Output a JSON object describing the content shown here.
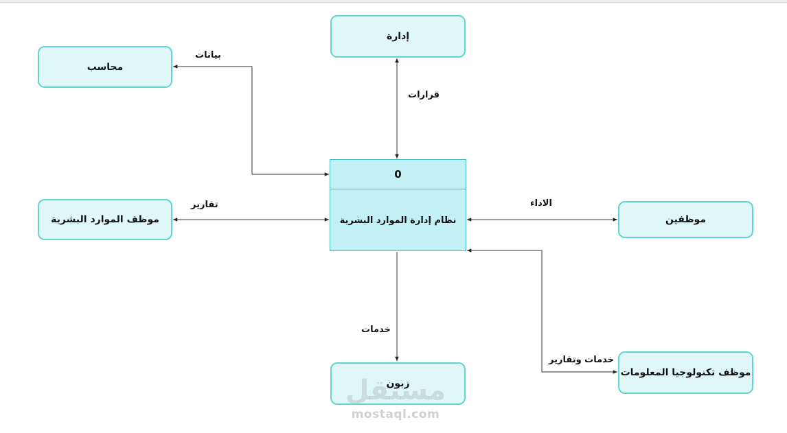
{
  "process": {
    "id": "0",
    "name": "نظام إدارة الموارد البشرية"
  },
  "entities": {
    "management": "إدارة",
    "accountant": "محاسب",
    "hr_employee": "موظف الموارد البشرية",
    "employees": "موظفين",
    "customer": "زبون",
    "it_employee": "موظف تكنولوجيا المعلومات"
  },
  "flows": {
    "decisions": "قرارات",
    "data": "بيانات",
    "reports": "تقارير",
    "performance": "الاداء",
    "services": "خدمات",
    "services_reports": "خدمات وتقارير"
  },
  "watermark": {
    "logo": "مستقل",
    "site": "mostaql.com"
  },
  "colors": {
    "entity_fill": "#e0f7f7",
    "entity_border": "#63d4cf",
    "process_fill": "#c3f0f4",
    "process_border": "#3fb7c2"
  }
}
